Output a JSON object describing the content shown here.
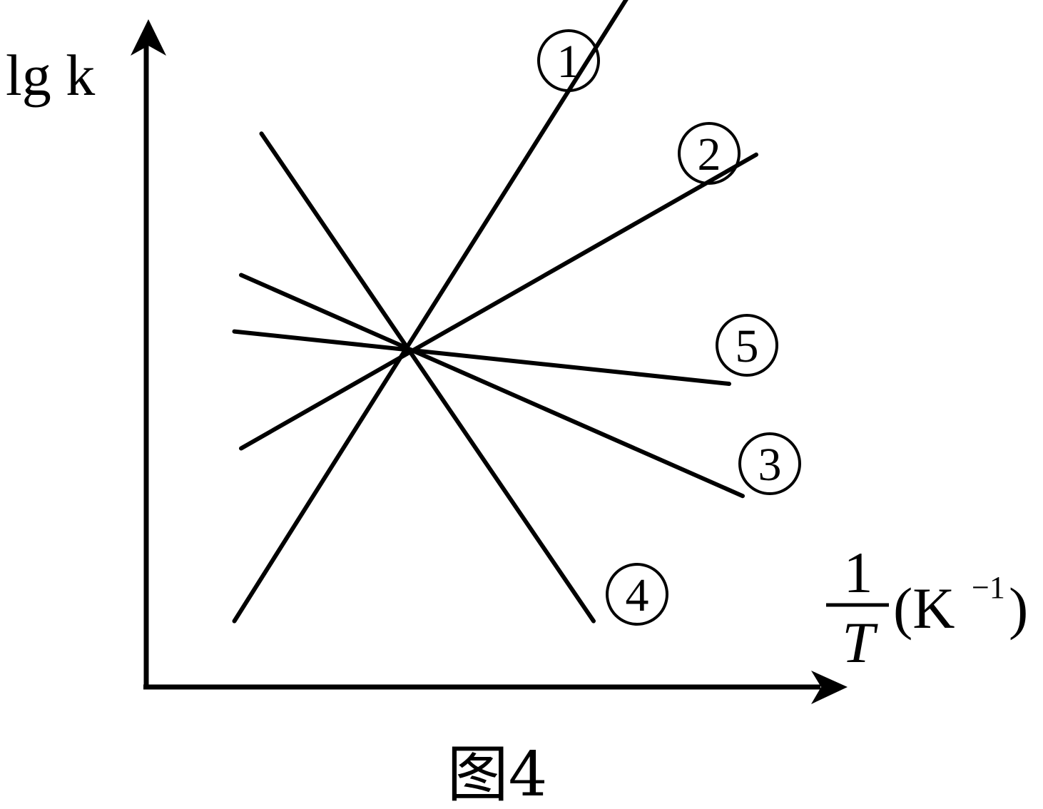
{
  "chart_data": {
    "type": "line",
    "title": "",
    "caption": "图4",
    "ylabel": "lg k",
    "xlabel": {
      "numerator": "1",
      "denominator": "T",
      "unit_open": "(K",
      "unit_exponent": "−1",
      "unit_close": ")"
    },
    "grid": false,
    "legend": "none",
    "line_color": "#000000",
    "xlim": [
      0,
      10
    ],
    "ylim": [
      0,
      10
    ],
    "intersection": {
      "x": 3.9,
      "y": 4.94
    },
    "series": [
      {
        "label": "①",
        "points": [
          [
            1.3,
            0.97
          ],
          [
            7.2,
            10.3
          ]
        ]
      },
      {
        "label": "②",
        "points": [
          [
            1.4,
            3.51
          ],
          [
            9.0,
            7.83
          ]
        ]
      },
      {
        "label": "③",
        "points": [
          [
            1.4,
            6.06
          ],
          [
            8.8,
            2.81
          ]
        ]
      },
      {
        "label": "④",
        "points": [
          [
            1.7,
            8.14
          ],
          [
            6.6,
            0.97
          ]
        ]
      },
      {
        "label": "⑤",
        "points": [
          [
            1.3,
            5.23
          ],
          [
            8.6,
            4.46
          ]
        ]
      }
    ]
  }
}
